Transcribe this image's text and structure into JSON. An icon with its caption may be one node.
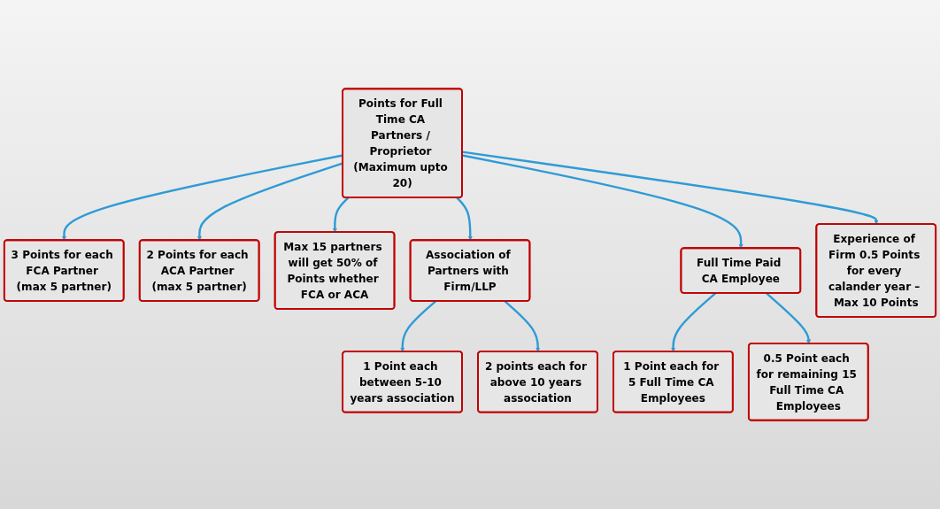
{
  "diagram": {
    "nodes": [
      {
        "text": [
          "Points for Full Time CA Partners / Proprietor (Maximum upto 20)"
        ]
      },
      {
        "text": [
          "3 Points for each FCA Partner (max 5 partner)"
        ]
      },
      {
        "text": [
          "2 Points for each ACA Partner (max 5 partner)"
        ]
      },
      {
        "text": [
          "Max 15 partners will get 50% of Points whether FCA or ACA"
        ]
      },
      {
        "text": [
          "Association of Partners with Firm/LLP"
        ]
      },
      {
        "text": [
          "1 Point each between 5-10 years association"
        ]
      },
      {
        "text": [
          "2 points each for above 10 years association"
        ]
      },
      {
        "text": [
          "Full Time Paid CA Employee"
        ]
      },
      {
        "text": [
          "Experience of Firm 0.5 Points for every calander year – Max 10 Points"
        ]
      },
      {
        "text": [
          "1 Point each for 5 Full Time CA Employees"
        ]
      },
      {
        "text": [
          "0.5 Point each for remaining 15 Full Time CA Employees"
        ]
      }
    ],
    "edges": [
      {
        "from": 0,
        "to": 1,
        "arrow": "to"
      },
      {
        "from": 0,
        "to": 2,
        "arrow": "to"
      },
      {
        "from": 0,
        "to": 3,
        "arrow": "to"
      },
      {
        "from": 0,
        "to": 4,
        "arrow": "to"
      },
      {
        "from": 4,
        "to": 5,
        "arrow": "to"
      },
      {
        "from": 4,
        "to": 6,
        "arrow": "to"
      },
      {
        "from": 0,
        "to": 7,
        "arrow": "to"
      },
      {
        "from": 0,
        "to": 8,
        "arrow": "to"
      },
      {
        "from": 7,
        "to": 9,
        "arrow": "to"
      },
      {
        "from": 7,
        "to": 10,
        "arrow": "to"
      }
    ]
  }
}
